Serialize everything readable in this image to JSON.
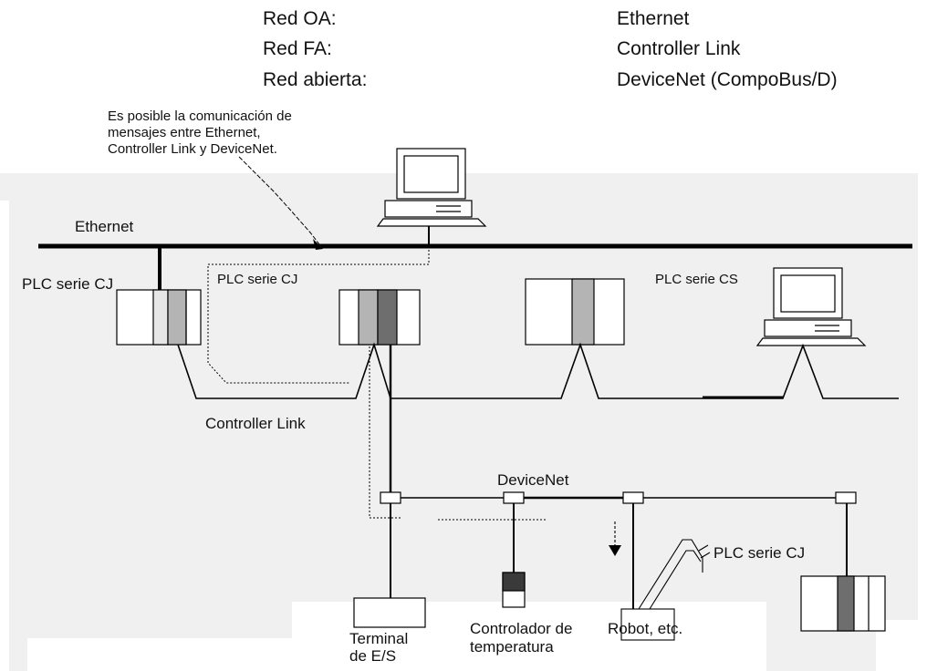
{
  "header": {
    "rows": [
      {
        "label": "Red OA:",
        "value": "Ethernet"
      },
      {
        "label": "Red FA:",
        "value": "Controller Link"
      },
      {
        "label": "Red abierta:",
        "value": "DeviceNet (CompoBus/D)"
      }
    ]
  },
  "callout": {
    "lines": [
      "Es posible la comunicación de",
      "mensajes entre Ethernet,",
      "Controller Link y DeviceNet."
    ]
  },
  "labels": {
    "ethernet": "Ethernet",
    "plc_cj_left": "PLC serie CJ",
    "plc_cj_center": "PLC serie CJ",
    "plc_cs": "PLC serie CS",
    "controller_link": "Controller Link",
    "devicenet": "DeviceNet",
    "plc_cj_right": "PLC serie CJ",
    "terminal": [
      "Terminal",
      "de E/S"
    ],
    "temp_controller": [
      "Controlador de",
      "temperatura"
    ],
    "robot": "Robot, etc."
  },
  "colors": {
    "line": "#000000",
    "panel_fill": "#ffffff",
    "strip_light": "#d8d8d8",
    "strip_mid": "#b4b4b4",
    "strip_dark": "#6e6e6e",
    "background_bands": "#efefef"
  }
}
